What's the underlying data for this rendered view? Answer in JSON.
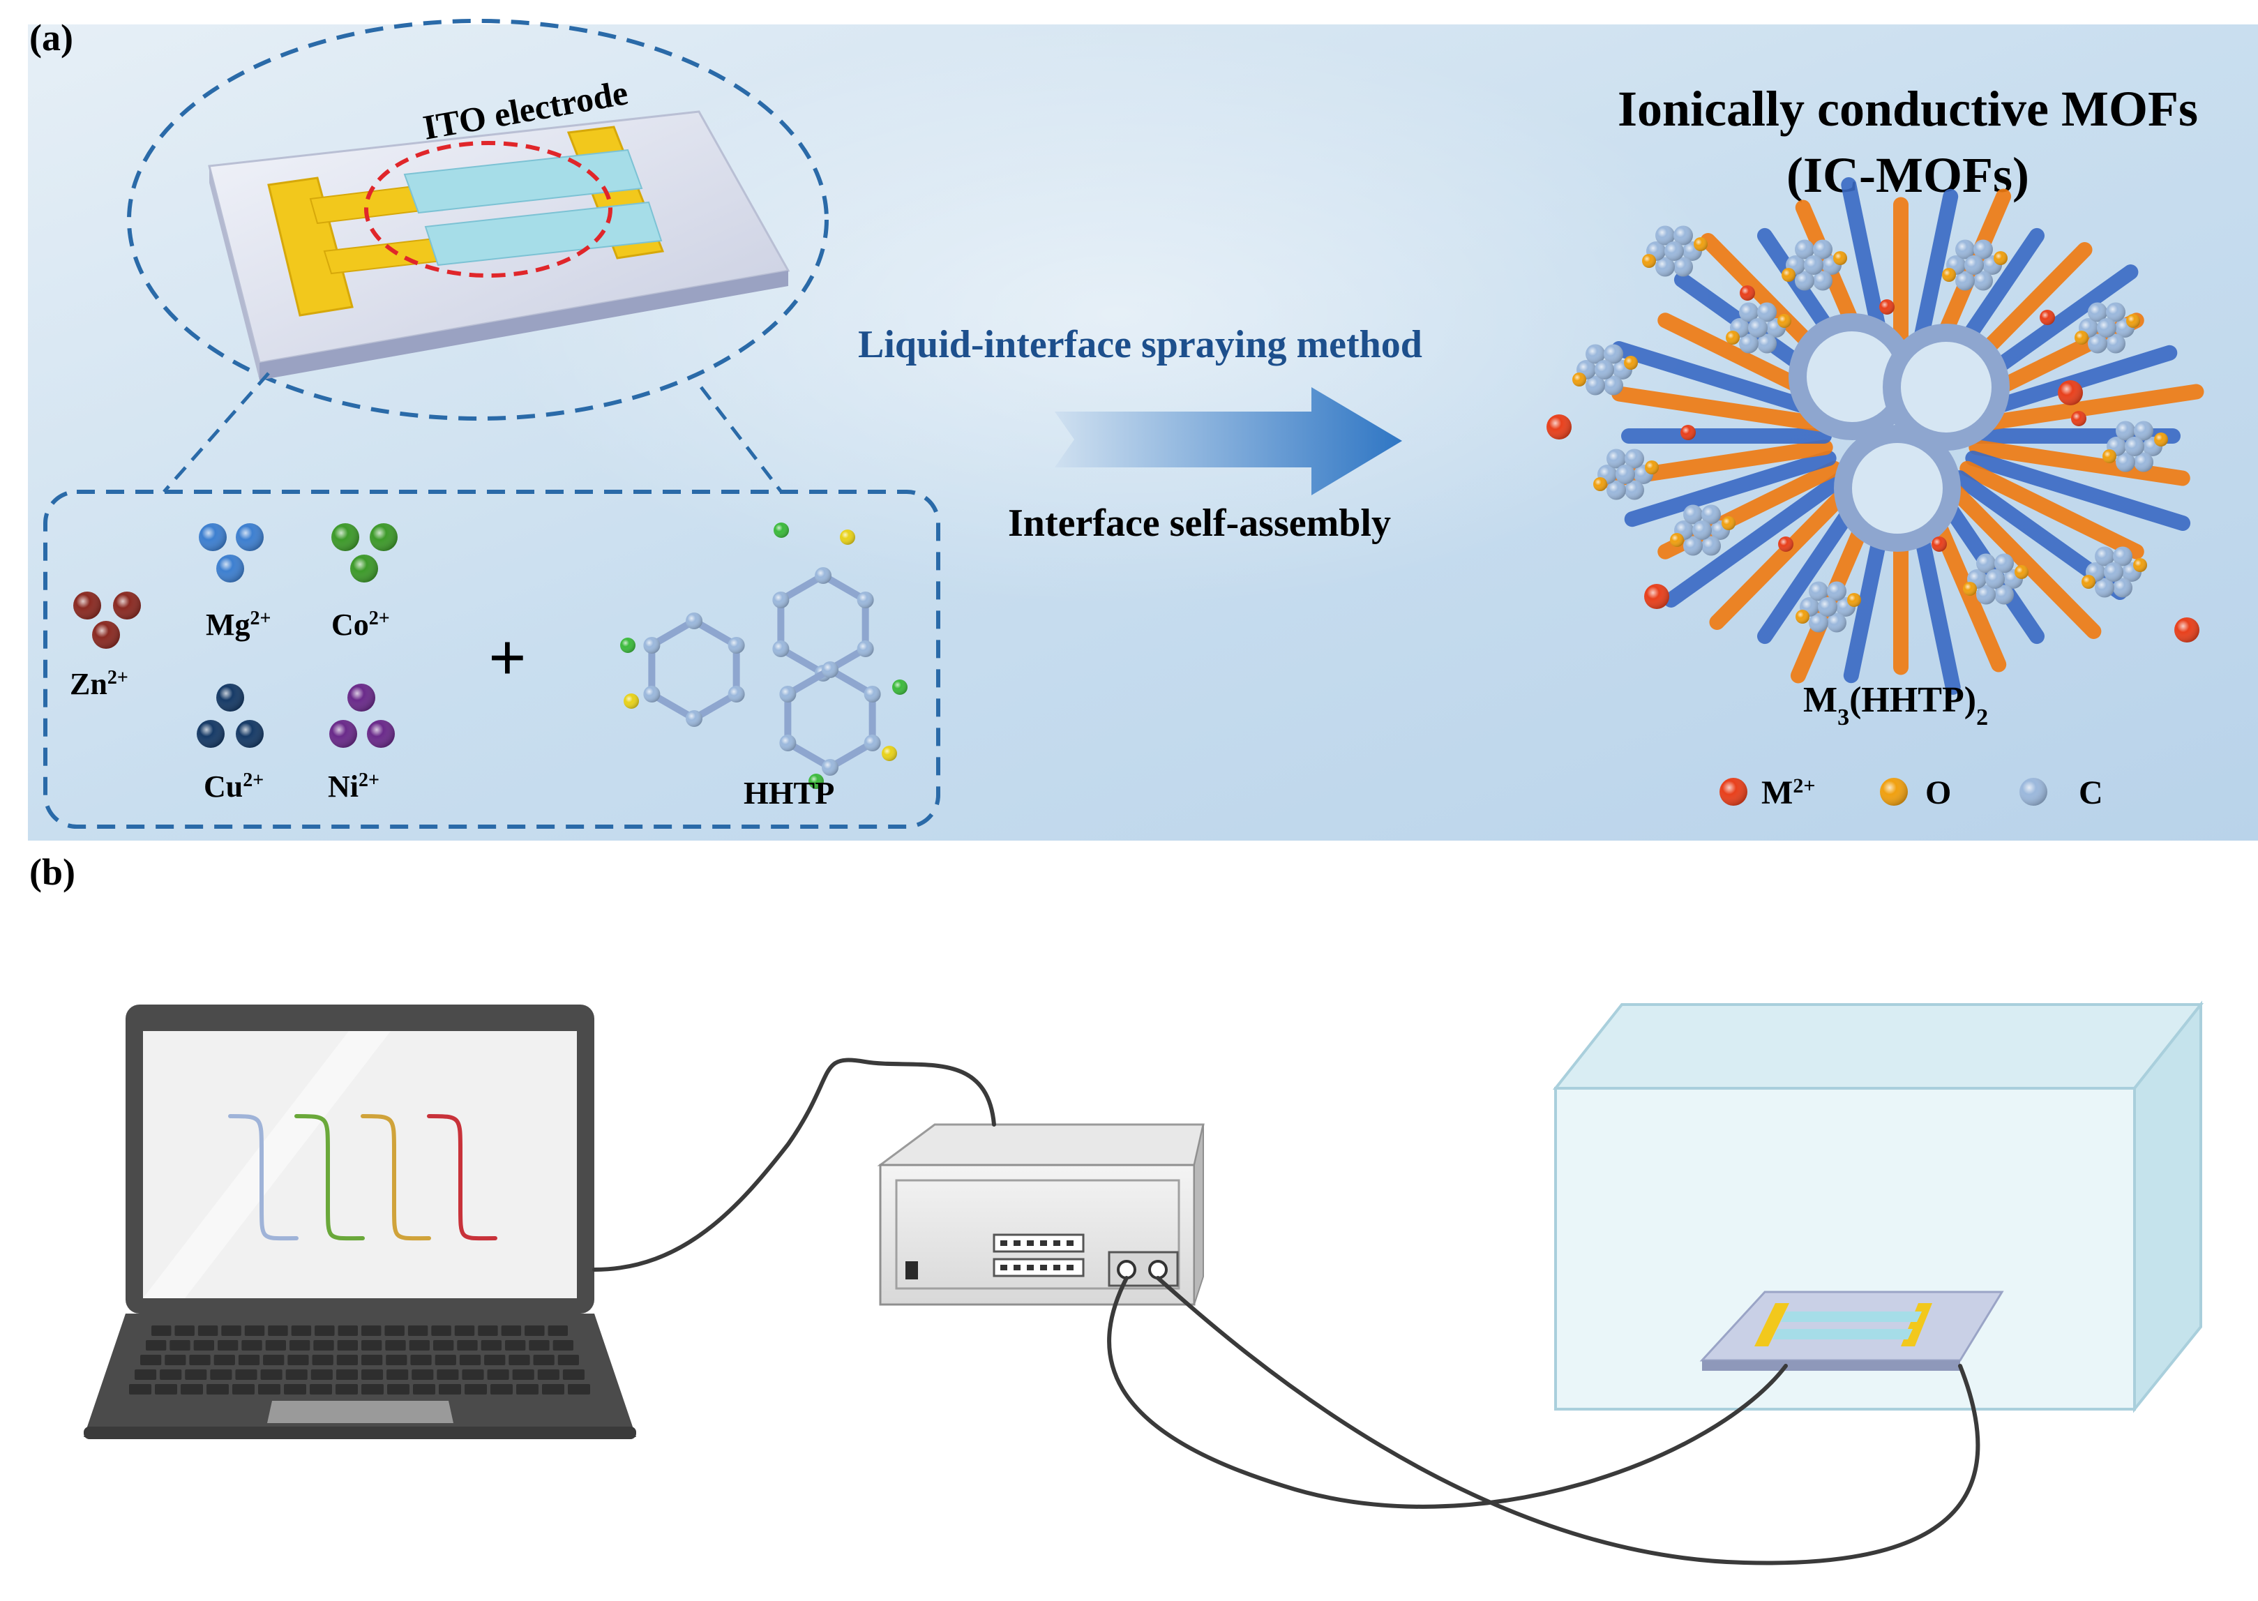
{
  "panel_a": {
    "label": "(a)",
    "electrode_label": "ITO electrode",
    "title_line1": "Ionically conductive MOFs",
    "title_line2": "(IC-MOFs)",
    "method_label": "Liquid-interface spraying method",
    "assembly_label": "Interface self-assembly",
    "plus_sign": "+",
    "ions": [
      {
        "base": "Zn",
        "charge": "2+",
        "color": "#8a2a22"
      },
      {
        "base": "Mg",
        "charge": "2+",
        "color": "#3d7fd0"
      },
      {
        "base": "Co",
        "charge": "2+",
        "color": "#3d9a2a"
      },
      {
        "base": "Cu",
        "charge": "2+",
        "color": "#163a66"
      },
      {
        "base": "Ni",
        "charge": "2+",
        "color": "#6a2a8a"
      }
    ],
    "ligand_label": "HHTP",
    "product_label": {
      "base": "M",
      "sub1": "3",
      "mid": "(HHTP)",
      "sub2": "2"
    },
    "legend": [
      {
        "base": "M",
        "sup": "2+",
        "color": "#e8401c"
      },
      {
        "base": "O",
        "sup": "",
        "color": "#f0a010"
      },
      {
        "base": "C",
        "sup": "",
        "color": "#9bb8dc"
      }
    ],
    "colors": {
      "background": "#cfe2f0",
      "dashed_outline": "#2a6aa8",
      "accent_text": "#1d4f8c",
      "electrode_pad": "#f2c81c",
      "ion_red": "#e8401c",
      "bond_orange": "#f07a10"
    }
  },
  "panel_b": {
    "label": "(b)",
    "screen_curve_colors": [
      "#9fb3d8",
      "#6aa83a",
      "#d0a33a",
      "#c8323a"
    ],
    "cable_color": "#3a3a3a"
  }
}
